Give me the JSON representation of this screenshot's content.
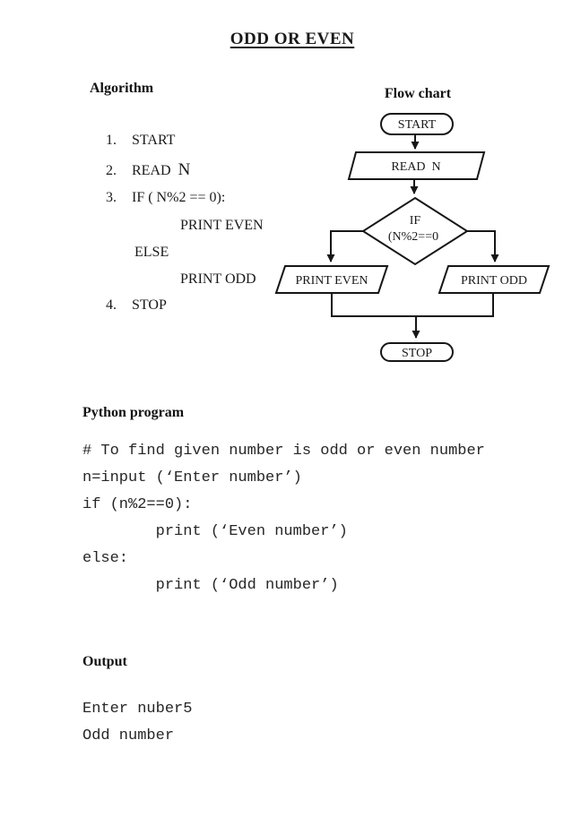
{
  "title": "ODD OR EVEN",
  "colors": {
    "ink": "#1a1a1a",
    "page": "#ffffff"
  },
  "algorithm": {
    "heading": "Algorithm",
    "items": [
      {
        "num": "1.",
        "text": "START"
      },
      {
        "num": "2.",
        "text": "READ ",
        "text_suffix": "N"
      },
      {
        "num": "3.",
        "text": "IF ( N%2 == 0):"
      },
      {
        "num": "",
        "text": "PRINT EVEN"
      },
      {
        "num": "",
        "text": "ELSE"
      },
      {
        "num": "",
        "text": "PRINT ODD"
      },
      {
        "num": "4.",
        "text": "STOP"
      }
    ]
  },
  "flowchart": {
    "heading": "Flow chart",
    "nodes": {
      "start": "START",
      "read": "READ  N",
      "decision_line1": "IF",
      "decision_line2": "(N%2==0",
      "print_even": "PRINT EVEN",
      "print_odd": "PRINT ODD",
      "stop": "STOP"
    }
  },
  "program": {
    "heading": "Python program",
    "lines": [
      "# To find given number is odd or even number",
      "n=input (‘Enter number’)",
      "if (n%2==0):",
      "        print (‘Even number’)",
      "else:",
      "        print (‘Odd number’)"
    ]
  },
  "output": {
    "heading": "Output",
    "lines": [
      "Enter nuber5",
      "Odd number"
    ]
  }
}
